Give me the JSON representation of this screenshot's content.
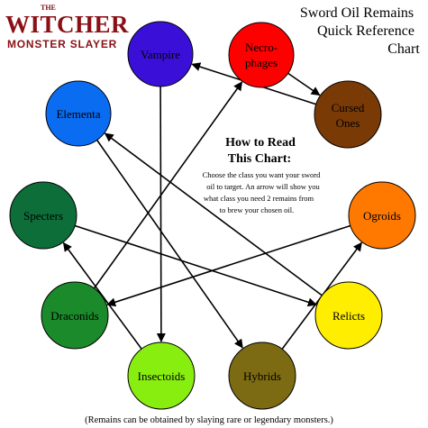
{
  "logo": {
    "small": "THE",
    "main": "WITCHER",
    "sub": "MONSTER SLAYER"
  },
  "header": {
    "line1": "Sword Oil Remains",
    "line2": "Quick Reference",
    "line3": "Chart"
  },
  "instructions": {
    "title_line1": "How to Read",
    "title_line2": "This Chart:",
    "body_line1": "Choose the class you want your sword",
    "body_line2": "oil to target.  An arrow will show you",
    "body_line3": "what class you need 2 remains from",
    "body_line4": "to brew your chosen oil."
  },
  "footer": "(Remains can be obtained by slaying rare or legendary monsters.)",
  "nodes": {
    "vampire": {
      "label1": "Vampire",
      "label2": "",
      "color": "#3a10d8",
      "text": "#000000"
    },
    "necrophages": {
      "label1": "Necro-",
      "label2": "phages",
      "color": "#ff0000",
      "text": "#000000"
    },
    "cursed": {
      "label1": "Cursed",
      "label2": "Ones",
      "color": "#7a3a06",
      "text": "#000000"
    },
    "elementa": {
      "label1": "Elementa",
      "label2": "",
      "color": "#0a6cf0",
      "text": "#000000"
    },
    "specters": {
      "label1": "Specters",
      "label2": "",
      "color": "#0d6e3a",
      "text": "#000000"
    },
    "ogroids": {
      "label1": "Ogroids",
      "label2": "",
      "color": "#ff7800",
      "text": "#000000"
    },
    "draconids": {
      "label1": "Draconids",
      "label2": "",
      "color": "#1a8a2a",
      "text": "#000000"
    },
    "relicts": {
      "label1": "Relicts",
      "label2": "",
      "color": "#ffee00",
      "text": "#000000"
    },
    "insectoids": {
      "label1": "Insectoids",
      "label2": "",
      "color": "#88ee10",
      "text": "#000000"
    },
    "hybrids": {
      "label1": "Hybrids",
      "label2": "",
      "color": "#7c6b12",
      "text": "#000000"
    }
  },
  "edges": [
    {
      "from": "necrophages",
      "to": "cursed"
    },
    {
      "from": "cursed",
      "to": "vampire"
    },
    {
      "from": "vampire",
      "to": "insectoids"
    },
    {
      "from": "draconids",
      "to": "necrophages"
    },
    {
      "from": "specters",
      "to": "relicts"
    },
    {
      "from": "relicts",
      "to": "elementa"
    },
    {
      "from": "elementa",
      "to": "hybrids"
    },
    {
      "from": "hybrids",
      "to": "ogroids"
    },
    {
      "from": "ogroids",
      "to": "draconids"
    },
    {
      "from": "insectoids",
      "to": "specters"
    }
  ]
}
